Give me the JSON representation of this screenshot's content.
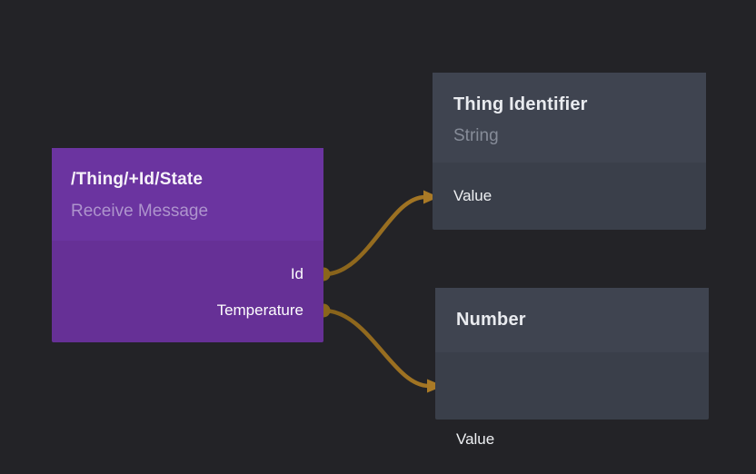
{
  "canvas": {
    "background": "#232327"
  },
  "palette": {
    "wire": "#8d6719",
    "wire_arrow": "#aa7a26",
    "port_dot": "#8a661b",
    "receive_node_header": "#6b34a0",
    "receive_node_body": "#663096",
    "value_node_header": "#3f4450",
    "value_node_body": "#3a3f4a"
  },
  "nodes": [
    {
      "title": "/Thing/+Id/State",
      "subtitle": "Receive Message",
      "outputs": [
        {
          "label": "Id"
        },
        {
          "label": "Temperature"
        }
      ]
    },
    {
      "title": "Thing Identifier",
      "subtitle": "String",
      "inputs": [
        {
          "label": "Value"
        }
      ]
    },
    {
      "title": "Number",
      "inputs": [
        {
          "label": "Value"
        }
      ]
    }
  ],
  "connections": [
    {
      "from_node": "/Thing/+Id/State",
      "from_port": "Id",
      "to_node": "Thing Identifier",
      "to_port": "Value"
    },
    {
      "from_node": "/Thing/+Id/State",
      "from_port": "Temperature",
      "to_node": "Number",
      "to_port": "Value"
    }
  ]
}
